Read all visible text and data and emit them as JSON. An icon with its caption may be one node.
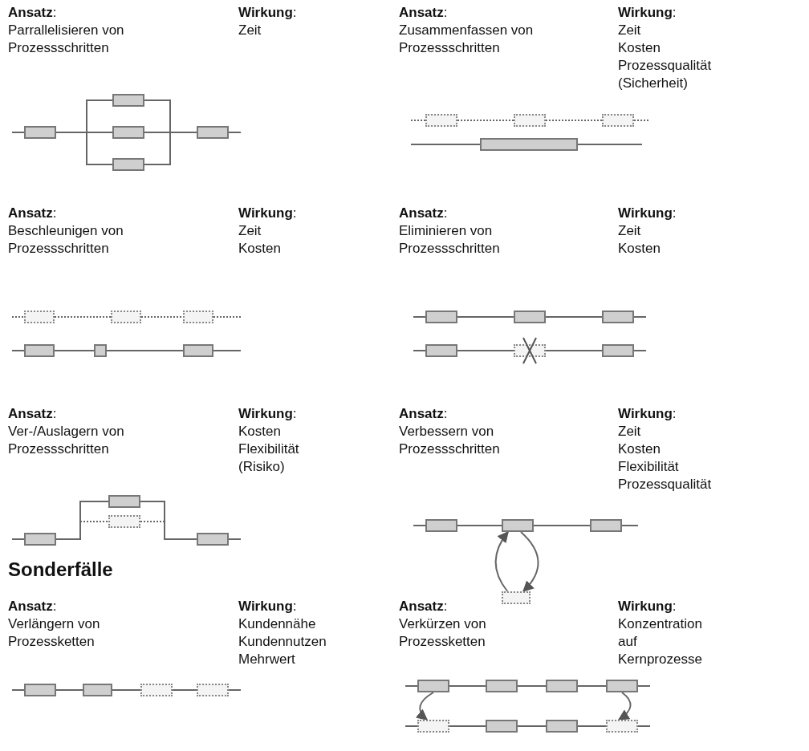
{
  "diagram": {
    "nodes": [
      {
        "text": [],
        "shape": "box"
      },
      {
        "text": [],
        "shape": "box"
      },
      {
        "text": [],
        "shape": "box"
      },
      {
        "text": [],
        "shape": "box"
      },
      {
        "text": [],
        "shape": "box"
      },
      {
        "text": [],
        "shape": "box"
      },
      {
        "text": [],
        "shape": "box"
      },
      {
        "text": [],
        "shape": "box"
      },
      {
        "text": [],
        "shape": "box"
      },
      {
        "text": [],
        "shape": "box"
      },
      {
        "text": [],
        "shape": "box"
      },
      {
        "text": [],
        "shape": "box"
      },
      {
        "text": [],
        "shape": "box"
      },
      {
        "text": [],
        "shape": "box"
      },
      {
        "text": [],
        "shape": "box"
      },
      {
        "text": [],
        "shape": "box"
      },
      {
        "text": [],
        "shape": "box"
      },
      {
        "text": [],
        "shape": "box"
      },
      {
        "text": [],
        "shape": "box"
      },
      {
        "text": [],
        "shape": "box"
      },
      {
        "text": [],
        "shape": "box"
      },
      {
        "text": [],
        "shape": "box"
      },
      {
        "text": [],
        "shape": "box"
      },
      {
        "text": [],
        "shape": "box"
      },
      {
        "text": [],
        "shape": "box"
      },
      {
        "text": [],
        "shape": "box"
      },
      {
        "text": [],
        "shape": "box"
      },
      {
        "text": [],
        "shape": "box"
      },
      {
        "text": [],
        "shape": "box"
      },
      {
        "text": [],
        "shape": "box"
      },
      {
        "text": [],
        "shape": "box"
      },
      {
        "text": [],
        "shape": "box"
      },
      {
        "text": [],
        "shape": "box"
      },
      {
        "text": [],
        "shape": "box"
      },
      {
        "text": [],
        "shape": "box"
      },
      {
        "text": [],
        "shape": "box"
      },
      {
        "text": [],
        "shape": "box"
      },
      {
        "text": [],
        "shape": "box"
      },
      {
        "text": [],
        "shape": "box"
      },
      {
        "text": [],
        "shape": "box"
      },
      {
        "text": [],
        "shape": "box"
      }
    ],
    "edges": [
      {
        "from": 0,
        "to": 1,
        "arrow": "none"
      },
      {
        "from": 0,
        "to": 2,
        "arrow": "none"
      },
      {
        "from": 0,
        "to": 3,
        "arrow": "none"
      },
      {
        "from": 1,
        "to": 4,
        "arrow": "none"
      },
      {
        "from": 2,
        "to": 4,
        "arrow": "none"
      },
      {
        "from": 3,
        "to": 4,
        "arrow": "none"
      },
      {
        "from": 5,
        "to": 6,
        "arrow": "none",
        "style": "dashed"
      },
      {
        "from": 6,
        "to": 7,
        "arrow": "none",
        "style": "dashed"
      },
      {
        "from": 9,
        "to": 10,
        "arrow": "none",
        "style": "dashed"
      },
      {
        "from": 10,
        "to": 11,
        "arrow": "none",
        "style": "dashed"
      },
      {
        "from": 12,
        "to": 13,
        "arrow": "none"
      },
      {
        "from": 13,
        "to": 14,
        "arrow": "none"
      },
      {
        "from": 15,
        "to": 16,
        "arrow": "none"
      },
      {
        "from": 16,
        "to": 17,
        "arrow": "none"
      },
      {
        "from": 18,
        "to": 19,
        "arrow": "none"
      },
      {
        "from": 19,
        "to": 20,
        "arrow": "none"
      },
      {
        "from": 21,
        "to": 22,
        "arrow": "none"
      },
      {
        "from": 22,
        "to": 24,
        "arrow": "none"
      },
      {
        "from": 21,
        "to": 23,
        "arrow": "none",
        "style": "dashed"
      },
      {
        "from": 23,
        "to": 24,
        "arrow": "none",
        "style": "dashed"
      },
      {
        "from": 25,
        "to": 26,
        "arrow": "none"
      },
      {
        "from": 26,
        "to": 27,
        "arrow": "none"
      },
      {
        "from": 26,
        "to": 28,
        "arrow": "to"
      },
      {
        "from": 28,
        "to": 26,
        "arrow": "to"
      },
      {
        "from": 29,
        "to": 30,
        "arrow": "none"
      },
      {
        "from": 30,
        "to": 31,
        "arrow": "none"
      },
      {
        "from": 31,
        "to": 32,
        "arrow": "none"
      },
      {
        "from": 33,
        "to": 34,
        "arrow": "none"
      },
      {
        "from": 34,
        "to": 35,
        "arrow": "none"
      },
      {
        "from": 35,
        "to": 36,
        "arrow": "none"
      },
      {
        "from": 37,
        "to": 38,
        "arrow": "none"
      },
      {
        "from": 38,
        "to": 39,
        "arrow": "none"
      },
      {
        "from": 39,
        "to": 40,
        "arrow": "none"
      },
      {
        "from": 33,
        "to": 37,
        "arrow": "to"
      },
      {
        "from": 36,
        "to": 40,
        "arrow": "to"
      }
    ],
    "labels": [
      "**Ansatz**:",
      "Parrallelisieren von Prozessschritten",
      "**Wirkung**:",
      "Zeit",
      "**Ansatz**:",
      "Zusammenfassen von Prozessschritten",
      "**Wirkung**:",
      "Zeit",
      "Kosten",
      "Prozessqualität",
      "(Sicherheit)",
      "**Ansatz**:",
      "Beschleunigen von Prozessschritten",
      "**Wirkung**:",
      "Zeit",
      "Kosten",
      "**Ansatz**:",
      "Eliminieren von Prozessschritten",
      "**Wirkung**:",
      "Zeit",
      "Kosten",
      "**Ansatz**:",
      "Ver-/Auslagern von Prozessschritten",
      "**Wirkung**:",
      "Kosten",
      "Flexibilität",
      "(Risiko)",
      "**Ansatz**:",
      "Verbessern von Prozessschritten",
      "**Wirkung**:",
      "Zeit",
      "Kosten",
      "Flexibilität",
      "Prozessqualität",
      "Sonderfälle",
      "**Ansatz**:",
      "Verlängern von Prozessketten",
      "**Wirkung**:",
      "Kundennähe",
      "Kundennutzen",
      "Mehrwert",
      "**Ansatz**:",
      "Verkürzen von Prozessketten",
      "**Wirkung**:",
      "Konzentration auf Kernprozesse"
    ]
  }
}
